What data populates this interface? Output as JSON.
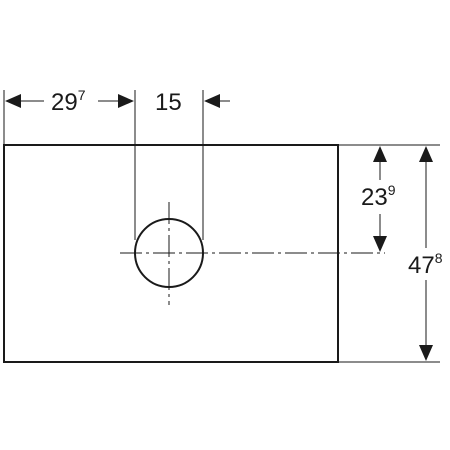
{
  "diagram": {
    "colors": {
      "line": "#1a1a1a",
      "background": "#ffffff"
    },
    "dimensions": {
      "hole_offset_x": {
        "main": "29",
        "sup": "7"
      },
      "hole_diameter": {
        "main": "15",
        "sup": ""
      },
      "hole_offset_y": {
        "main": "23",
        "sup": "9"
      },
      "total_height": {
        "main": "47",
        "sup": "8"
      }
    }
  }
}
